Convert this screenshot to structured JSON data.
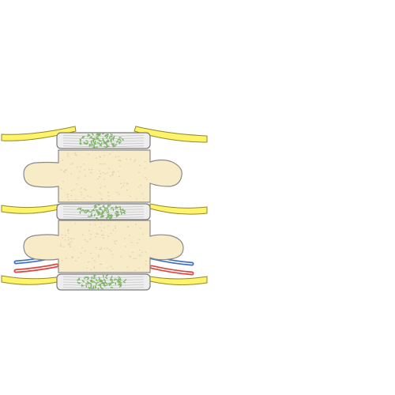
{
  "diagram": {
    "subject": "spine-segment",
    "labels": []
  },
  "colors": {
    "background": "#ffffff",
    "bone_fill": "#f8ecc8",
    "bone_outline": "#8a8a8a",
    "pore": "#d7c9a3",
    "disc_fill": "#eeeeee",
    "disc_line": "#c9c9c9",
    "disc_outline": "#7a7a7a",
    "nucleus": "#7fb567",
    "nerve_fill": "#fff36a",
    "nerve_outline": "#8f8a2a",
    "artery": "#e0453d",
    "vein": "#3f6fc4",
    "vessel_core": "#ffffff"
  },
  "parts": {
    "vertebrae": 2,
    "discs": 3,
    "nerve_roots": 6,
    "vessels": 4
  }
}
